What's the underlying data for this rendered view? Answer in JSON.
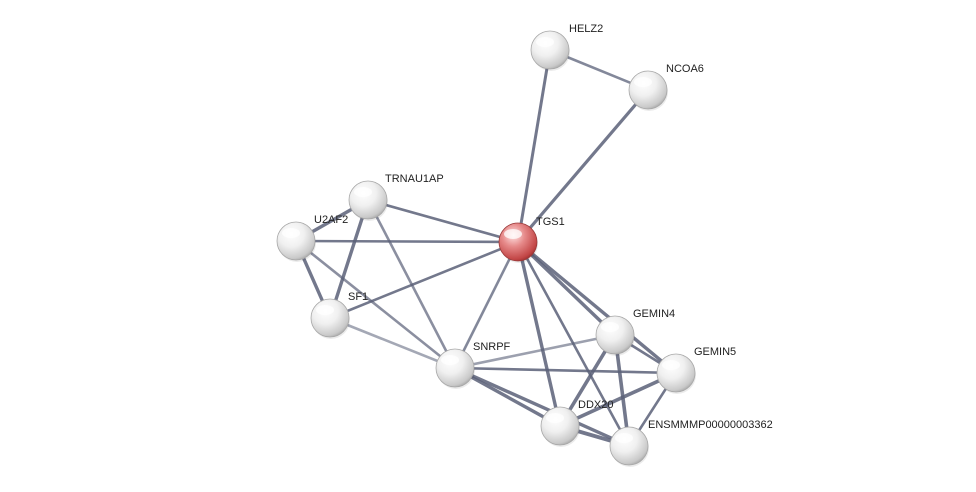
{
  "network": {
    "nodes": [
      {
        "id": "HELZ2",
        "label": "HELZ2",
        "query": false
      },
      {
        "id": "NCOA6",
        "label": "NCOA6",
        "query": false
      },
      {
        "id": "TRNAU1AP",
        "label": "TRNAU1AP",
        "query": false
      },
      {
        "id": "U2AF2",
        "label": "U2AF2",
        "query": false
      },
      {
        "id": "TGS1",
        "label": "TGS1",
        "query": true
      },
      {
        "id": "SF1",
        "label": "SF1",
        "query": false
      },
      {
        "id": "GEMIN4",
        "label": "GEMIN4",
        "query": false
      },
      {
        "id": "SNRPF",
        "label": "SNRPF",
        "query": false
      },
      {
        "id": "GEMIN5",
        "label": "GEMIN5",
        "query": false
      },
      {
        "id": "DDX20",
        "label": "DDX20",
        "query": false
      },
      {
        "id": "ENSMMMP00000003362",
        "label": "ENSMMMP00000003362",
        "query": false
      }
    ],
    "edges": [
      [
        "HELZ2",
        "TGS1"
      ],
      [
        "HELZ2",
        "NCOA6"
      ],
      [
        "NCOA6",
        "TGS1"
      ],
      [
        "TRNAU1AP",
        "TGS1"
      ],
      [
        "TRNAU1AP",
        "U2AF2"
      ],
      [
        "TRNAU1AP",
        "SF1"
      ],
      [
        "TRNAU1AP",
        "SNRPF"
      ],
      [
        "U2AF2",
        "TGS1"
      ],
      [
        "U2AF2",
        "SF1"
      ],
      [
        "U2AF2",
        "SNRPF"
      ],
      [
        "SF1",
        "TGS1"
      ],
      [
        "SF1",
        "SNRPF"
      ],
      [
        "TGS1",
        "SNRPF"
      ],
      [
        "TGS1",
        "GEMIN4"
      ],
      [
        "TGS1",
        "GEMIN5"
      ],
      [
        "TGS1",
        "DDX20"
      ],
      [
        "TGS1",
        "ENSMMMP00000003362"
      ],
      [
        "SNRPF",
        "GEMIN4"
      ],
      [
        "SNRPF",
        "GEMIN5"
      ],
      [
        "SNRPF",
        "DDX20"
      ],
      [
        "SNRPF",
        "ENSMMMP00000003362"
      ],
      [
        "GEMIN4",
        "GEMIN5"
      ],
      [
        "GEMIN4",
        "DDX20"
      ],
      [
        "GEMIN4",
        "ENSMMMP00000003362"
      ],
      [
        "GEMIN5",
        "DDX20"
      ],
      [
        "GEMIN5",
        "ENSMMMP00000003362"
      ],
      [
        "DDX20",
        "ENSMMMP00000003362"
      ]
    ],
    "colors": {
      "node_default": "#e8e8e8",
      "node_query": "#e06c6c",
      "edge": "#5a6078"
    }
  }
}
